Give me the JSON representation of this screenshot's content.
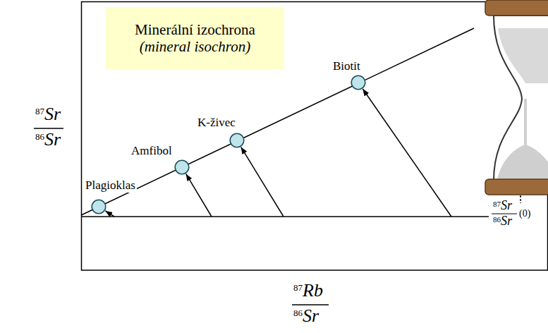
{
  "diagram": {
    "nodes": [
      {
        "text": [
          "Minerální izochrona",
          "(mineral isochron)"
        ]
      },
      {
        "text": [
          "Plagioklas"
        ]
      },
      {
        "text": [
          "Amfibol"
        ]
      },
      {
        "text": [
          "K-živec"
        ]
      },
      {
        "text": [
          "Biotit"
        ]
      }
    ],
    "labels": [
      "87",
      "Sr",
      "86",
      "Sr",
      "87",
      "Rb",
      "86",
      "Sr",
      "87",
      "Sr",
      "86",
      "Sr",
      "(0)"
    ]
  }
}
